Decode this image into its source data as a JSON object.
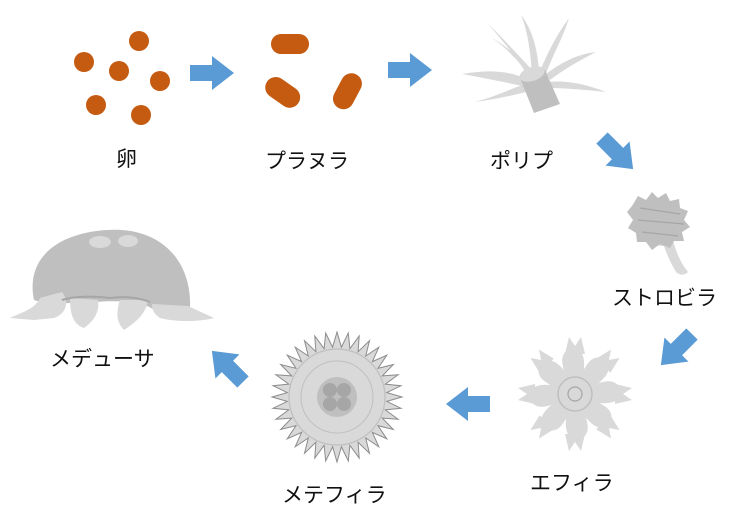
{
  "stages": [
    {
      "id": "egg",
      "label": "卵"
    },
    {
      "id": "planula",
      "label": "プラヌラ"
    },
    {
      "id": "polyp",
      "label": "ポリプ"
    },
    {
      "id": "strobila",
      "label": "ストロビラ"
    },
    {
      "id": "ephyra",
      "label": "エフィラ"
    },
    {
      "id": "metaephyra",
      "label": "メテフィラ"
    },
    {
      "id": "medusa",
      "label": "メデューサ"
    }
  ],
  "colors": {
    "arrow": "#5b9bd5",
    "egg": "#c55a11",
    "organism_light": "#d9d9d9",
    "organism_mid": "#bfbfbf",
    "organism_dark": "#a6a6a6"
  }
}
